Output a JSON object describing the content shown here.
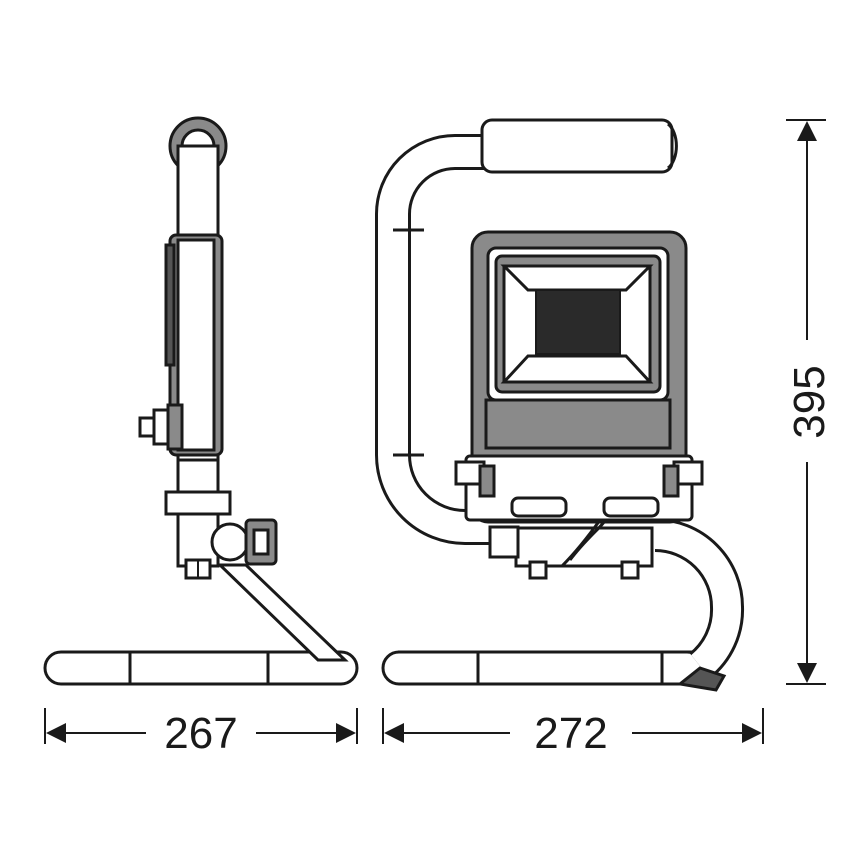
{
  "dimensions": {
    "side_width": "267",
    "front_width": "272",
    "height": "395"
  },
  "colors": {
    "line": "#1a1a1a",
    "housing": "#8a8a8a",
    "led_panel": "#2a2a2a",
    "background": "#ffffff"
  }
}
